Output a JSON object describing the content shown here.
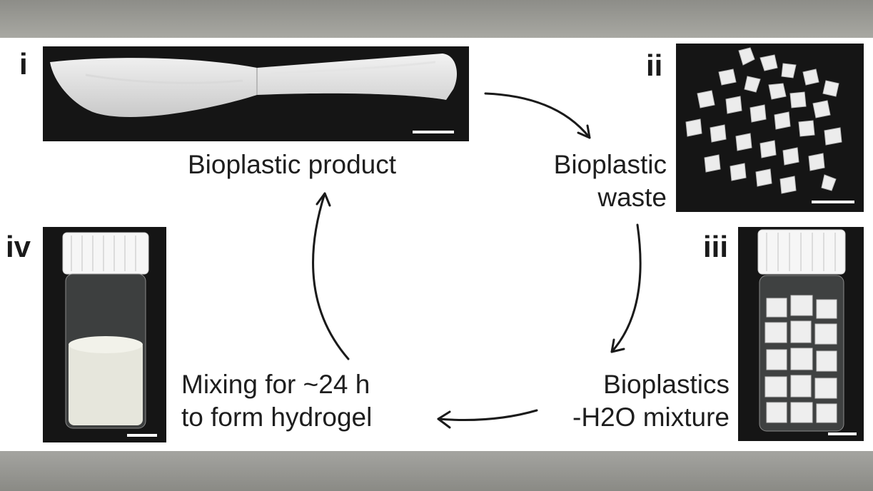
{
  "panels": {
    "i": {
      "roman": "i",
      "caption_lines": [
        "Bioplastic product"
      ]
    },
    "ii": {
      "roman": "ii",
      "caption_lines": [
        "Bioplastic",
        "waste"
      ]
    },
    "iii": {
      "roman": "iii",
      "caption_lines": [
        "Bioplastics",
        "-H2O mixture"
      ]
    },
    "iv": {
      "roman": "iv",
      "caption_lines": [
        "Mixing for ~24 h",
        "to form hydrogel"
      ]
    }
  },
  "colors": {
    "photo_background": "#151515",
    "arrow": "#1a1a1a",
    "figure_background": "#ffffff"
  }
}
